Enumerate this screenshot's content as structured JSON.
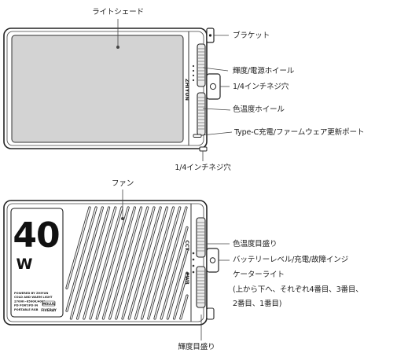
{
  "front_view": {
    "brand_text": "ZHIYUN",
    "callouts": {
      "light_shade": "ライトシェード",
      "bracket": "ブラケット",
      "brightness_power_wheel": "輝度/電源ホイール",
      "screw_hole_side": "1/4インチネジ穴",
      "color_temp_wheel": "色温度ホイール",
      "typec_port": "Type-C充電/ファームウェア更新ポート",
      "screw_hole_bottom": "1/4インチネジ穴"
    }
  },
  "back_view": {
    "power_rating": "40",
    "power_unit": "W",
    "fine_print": [
      "POWERED BY ZHIYUN",
      "COLD AND WARM LIGHT",
      "2700K~6500K/40W",
      "PD PORT/PD IN",
      "PORTABLE RGB"
    ],
    "model_badge": "MOLUS",
    "brand_logo": "FIVERAY",
    "side_labels": {
      "cct": "CCT",
      "power": "PWR"
    },
    "callouts": {
      "fan": "ファン",
      "color_temp_scale": "色温度目盛り",
      "indicator_line1": "バッテリーレベル/充電/故障インジ",
      "indicator_line2": "ケーターライト",
      "indicator_line3": "(上から下へ、それぞれ4番目、3番目、",
      "indicator_line4": "2番目、1番目)",
      "brightness_scale": "輝度目盛り"
    }
  }
}
